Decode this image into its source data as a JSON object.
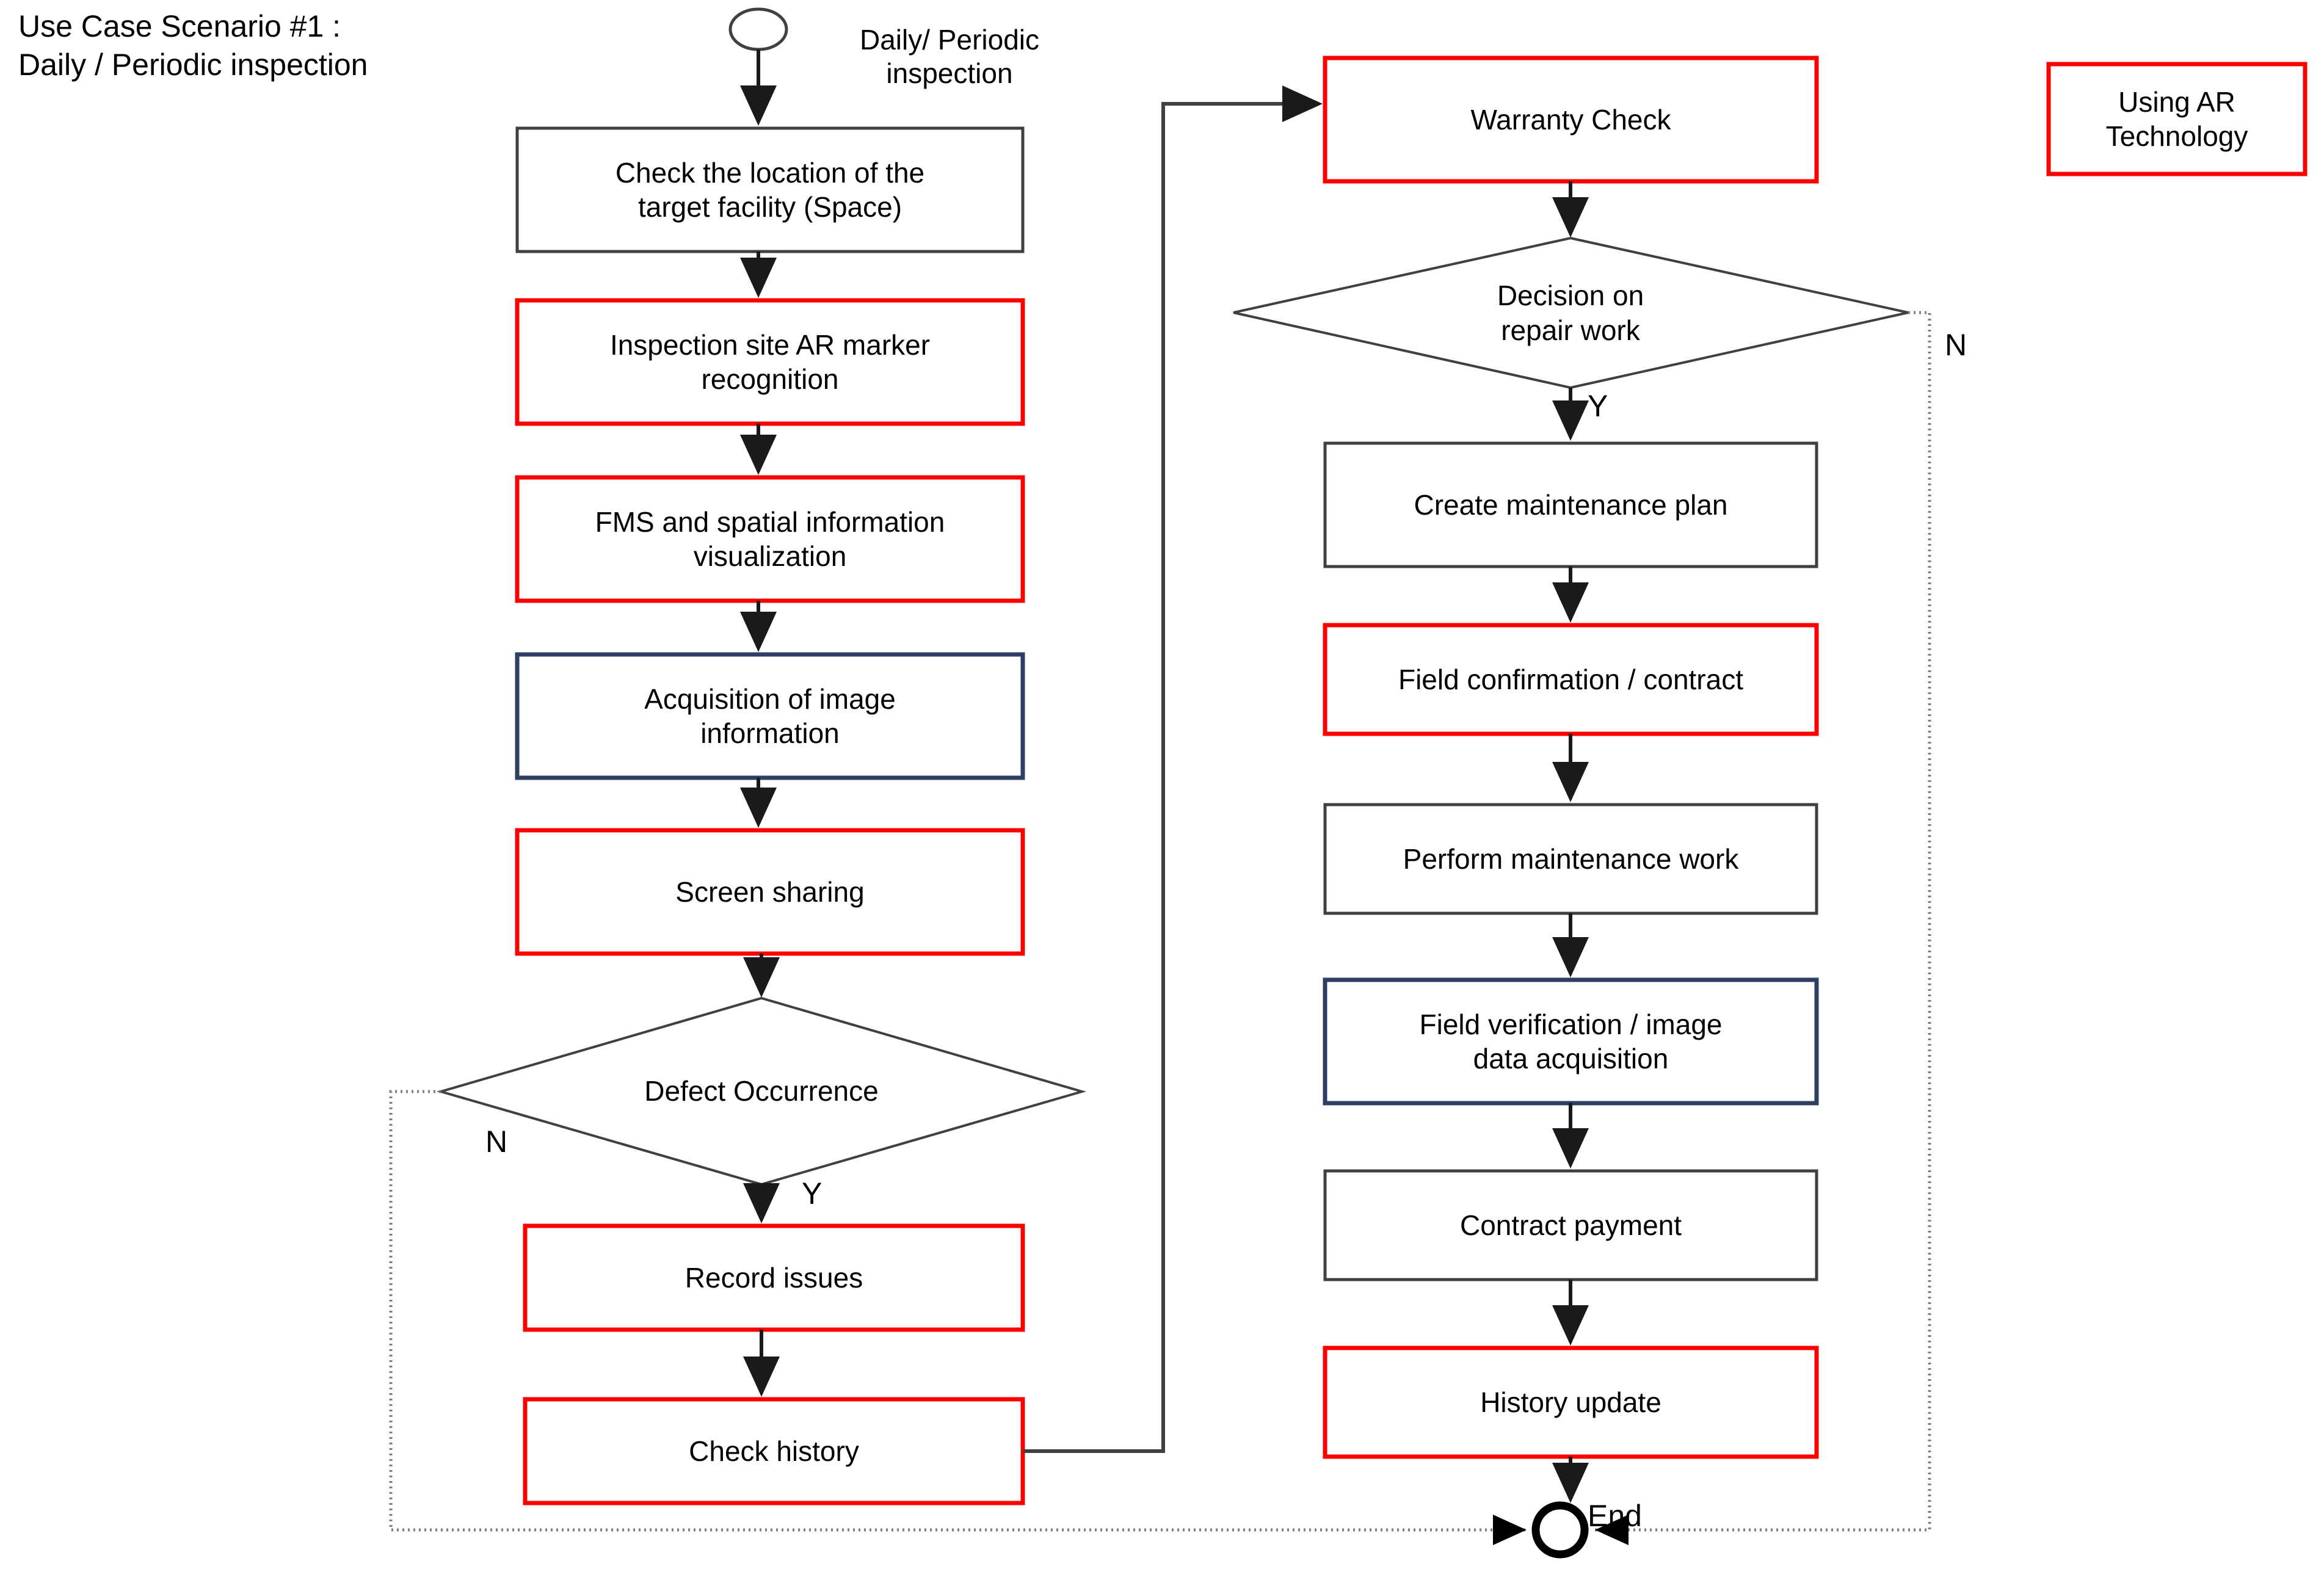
{
  "diagram": {
    "title": "Use Case Scenario #1 :\nDaily / Periodic inspection",
    "start_label": "Daily/ Periodic\ninspection",
    "end_label": "End",
    "legend": {
      "text": "Using AR\nTechnology",
      "border_color": "#FF0000"
    },
    "colors": {
      "ar_red": "#FF0000",
      "navy": "#2E3F63",
      "black": "#404040",
      "line": "#404040",
      "dotted": "#808080",
      "text": "#000000",
      "background": "#FFFFFF"
    },
    "nodes": [
      {
        "id": "start",
        "shape": "ellipse",
        "label": "",
        "border": "#404040"
      },
      {
        "id": "n1",
        "shape": "rect",
        "label": "Check the location of the\ntarget facility (Space)",
        "border": "#404040"
      },
      {
        "id": "n2",
        "shape": "rect",
        "label": "Inspection site AR marker\nrecognition",
        "border": "#FF0000"
      },
      {
        "id": "n3",
        "shape": "rect",
        "label": "FMS and spatial information\nvisualization",
        "border": "#FF0000"
      },
      {
        "id": "n4",
        "shape": "rect",
        "label": "Acquisition of image\ninformation",
        "border": "#2E3F63"
      },
      {
        "id": "n5",
        "shape": "rect",
        "label": "Screen sharing",
        "border": "#FF0000"
      },
      {
        "id": "d1",
        "shape": "diamond",
        "label": "Defect Occurrence",
        "border": "#404040"
      },
      {
        "id": "n6",
        "shape": "rect",
        "label": "Record issues",
        "border": "#FF0000"
      },
      {
        "id": "n7",
        "shape": "rect",
        "label": "Check history",
        "border": "#FF0000"
      },
      {
        "id": "n8",
        "shape": "rect",
        "label": "Warranty Check",
        "border": "#FF0000"
      },
      {
        "id": "d2",
        "shape": "diamond",
        "label": "Decision on\nrepair work",
        "border": "#404040"
      },
      {
        "id": "n9",
        "shape": "rect",
        "label": "Create maintenance plan",
        "border": "#404040"
      },
      {
        "id": "n10",
        "shape": "rect",
        "label": "Field confirmation / contract",
        "border": "#FF0000"
      },
      {
        "id": "n11",
        "shape": "rect",
        "label": "Perform maintenance work",
        "border": "#404040"
      },
      {
        "id": "n12",
        "shape": "rect",
        "label": "Field verification / image\ndata acquisition",
        "border": "#2E3F63"
      },
      {
        "id": "n13",
        "shape": "rect",
        "label": "Contract payment",
        "border": "#404040"
      },
      {
        "id": "n14",
        "shape": "rect",
        "label": "History update",
        "border": "#FF0000"
      },
      {
        "id": "end",
        "shape": "circle",
        "label": "",
        "border": "#000000"
      }
    ],
    "edge_labels": {
      "defect_no": "N",
      "defect_yes": "Y",
      "repair_no": "N",
      "repair_yes": "Y"
    }
  }
}
